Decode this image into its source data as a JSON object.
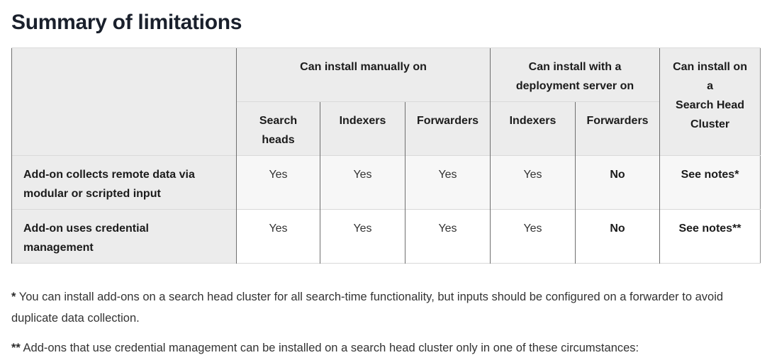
{
  "title": "Summary of limitations",
  "table": {
    "corner_label": "",
    "column_groups": [
      {
        "label": "Can install manually on",
        "span": 3,
        "lines": [
          "Can install manually on"
        ]
      },
      {
        "label": "Can install with a deployment server on",
        "span": 2,
        "lines": [
          "Can install with a",
          "deployment server on"
        ]
      },
      {
        "label": "Can install on a Search Head Cluster",
        "span": 1,
        "lines": [
          "Can install on",
          "a",
          "Search Head",
          "Cluster"
        ]
      }
    ],
    "columns": [
      "Search heads",
      "Indexers",
      "Forwarders",
      "Indexers",
      "Forwarders"
    ],
    "rows": [
      {
        "label": "Add-on collects remote data via modular or scripted input",
        "label_lines": [
          "Add-on collects remote data via",
          "modular or scripted input"
        ],
        "values": [
          "Yes",
          "Yes",
          "Yes",
          "Yes",
          "No",
          "See notes*"
        ]
      },
      {
        "label": "Add-on uses credential management",
        "label_lines": [
          "Add-on uses credential",
          "management"
        ],
        "values": [
          "Yes",
          "Yes",
          "Yes",
          "Yes",
          "No",
          "See notes**"
        ]
      }
    ]
  },
  "footnotes": [
    {
      "marker": "*",
      "text": "You can install add-ons on a search head cluster for all search-time functionality, but inputs should be configured on a forwarder to avoid duplicate data collection."
    },
    {
      "marker": "**",
      "text": "Add-ons that use credential management can be installed on a search head cluster only in one of these circumstances:"
    }
  ],
  "theme": {
    "header_bg": "#ececec",
    "row_stripe_bg": "#f7f7f7",
    "border_vertical": "#6f6f6f",
    "border_horizontal": "#d9d9d9",
    "title_color": "#1a202c",
    "text_color": "#333333"
  }
}
